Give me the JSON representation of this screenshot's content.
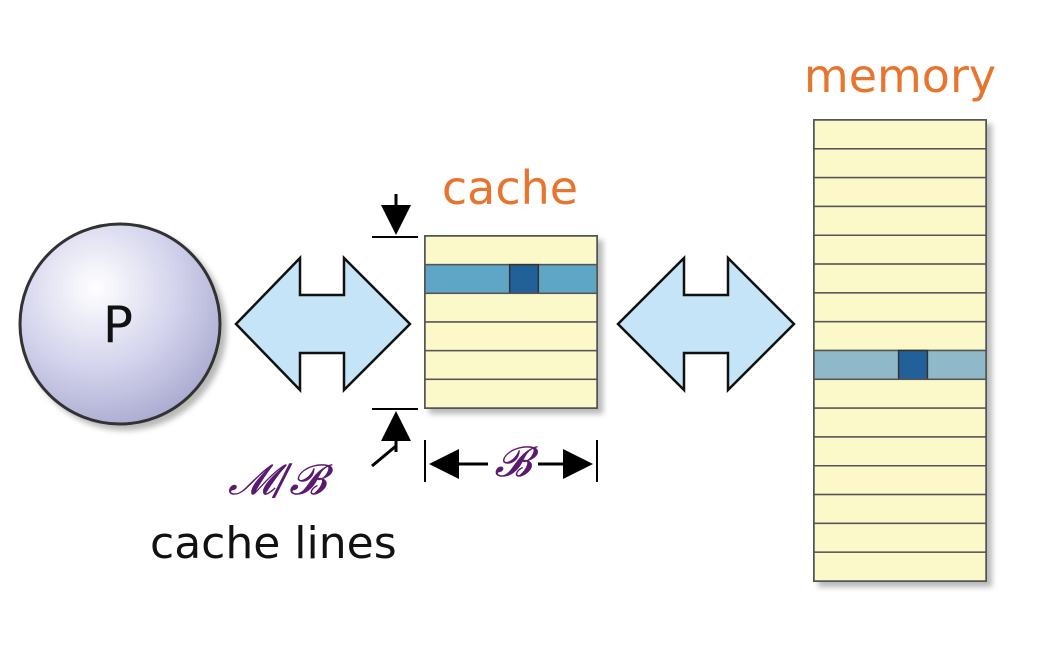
{
  "labels": {
    "processor": "P",
    "cache": "cache",
    "memory": "memory",
    "lines_count": "𝓜/𝓑",
    "lines_caption": "cache lines",
    "block_size": "𝓑"
  },
  "cache": {
    "line_count": 6,
    "highlighted_line": 1
  },
  "memory": {
    "line_count": 16,
    "highlighted_line": 8
  },
  "colors": {
    "line_fill": "#fbf8c9",
    "line_stroke": "#555555",
    "cache_highlight": "#5ea6c6",
    "memory_highlight": "#8fb8c8",
    "block": "#24609a",
    "arrow_fill": "#c6e4f7",
    "processor_fill": "#c9c9e8",
    "label_orange": "#e8752f",
    "label_math": "#5a1a6e"
  }
}
